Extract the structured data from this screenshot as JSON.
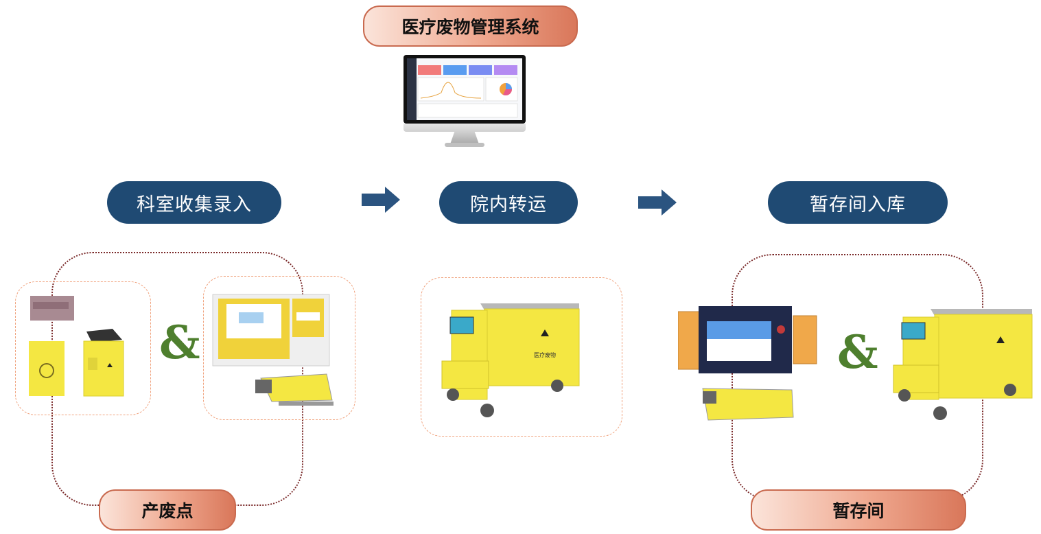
{
  "title": "医疗废物管理系统",
  "stages": [
    "科室收集录入",
    "院内转运",
    "暂存间入库"
  ],
  "ampersand": "&",
  "bottom_labels": {
    "waste_point": "产废点",
    "storage_room": "暂存间"
  },
  "colors": {
    "stage_blue": "#1f4a73",
    "pill_gradient_start": "#fbe4da",
    "pill_gradient_end": "#d9775a",
    "ampersand_green": "#4e7f2e",
    "waste_yellow": "#f4e742"
  }
}
